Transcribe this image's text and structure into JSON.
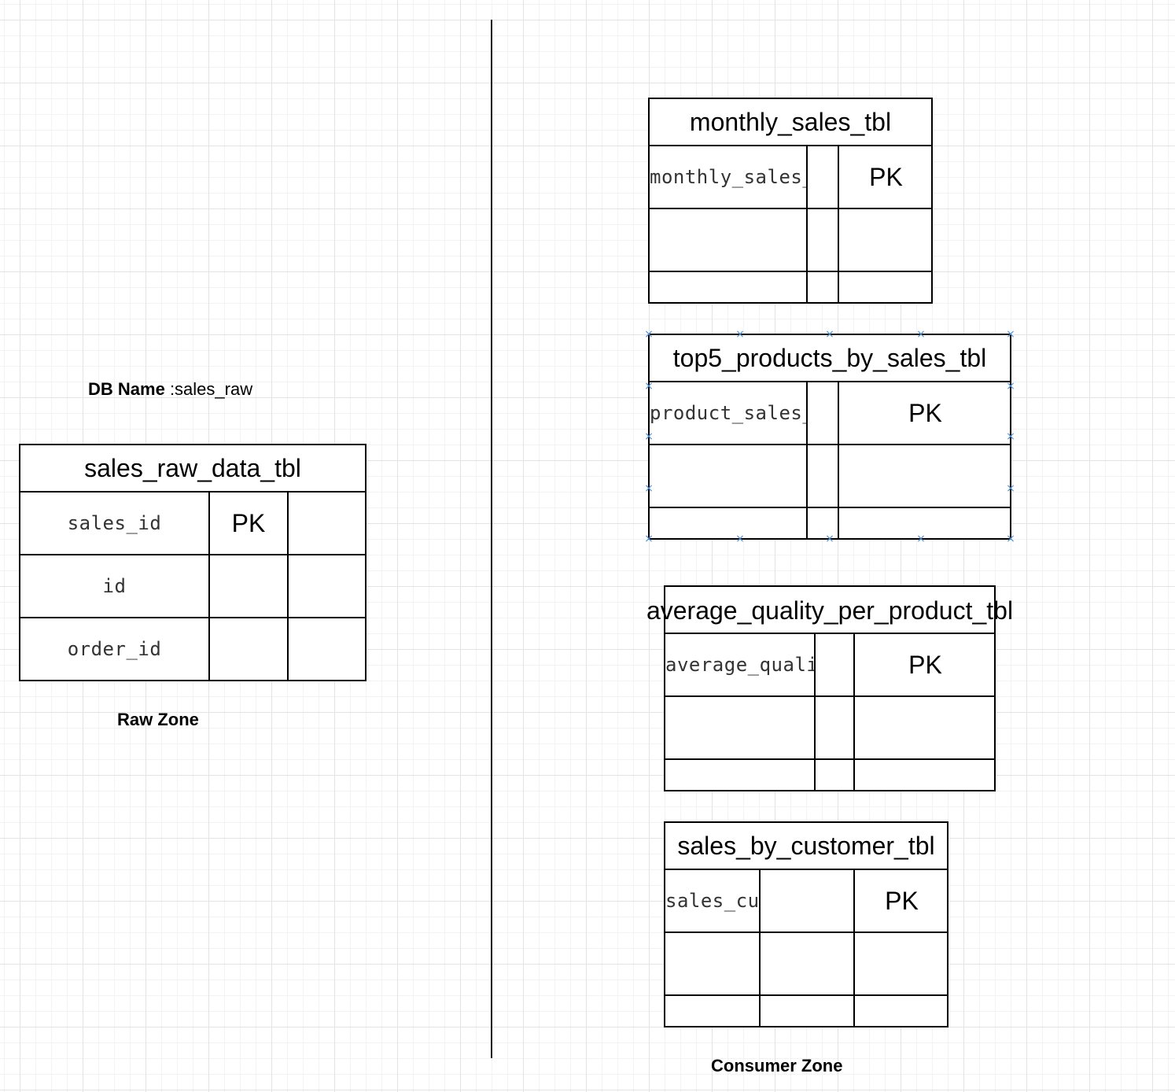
{
  "raw_zone": {
    "db_name_label": "DB Name",
    "db_name_value": ":sales_raw",
    "zone_label": "Raw Zone",
    "table": {
      "title": "sales_raw_data_tbl",
      "rows": [
        {
          "name": "sales_id",
          "key": "PK"
        },
        {
          "name": "id",
          "key": ""
        },
        {
          "name": "order_id",
          "key": ""
        }
      ]
    }
  },
  "consumer_zone": {
    "zone_label": "Consumer Zone",
    "tables": [
      {
        "title": "monthly_sales_tbl",
        "first_field": "monthly_sales_",
        "key": "PK"
      },
      {
        "title": "top5_products_by_sales_tbl",
        "first_field": "product_sales_",
        "key": "PK"
      },
      {
        "title": "average_quality_per_product_tbl",
        "first_field": "average_quali",
        "key": "PK"
      },
      {
        "title": "sales_by_customer_tbl",
        "first_field": "sales_cu",
        "key": "PK"
      }
    ]
  },
  "selection_handle_glyph": "×",
  "colors": {
    "grid_major": "#e3e3e3",
    "grid_minor": "#f3f3f3",
    "selection_handle": "#4a90d9"
  }
}
